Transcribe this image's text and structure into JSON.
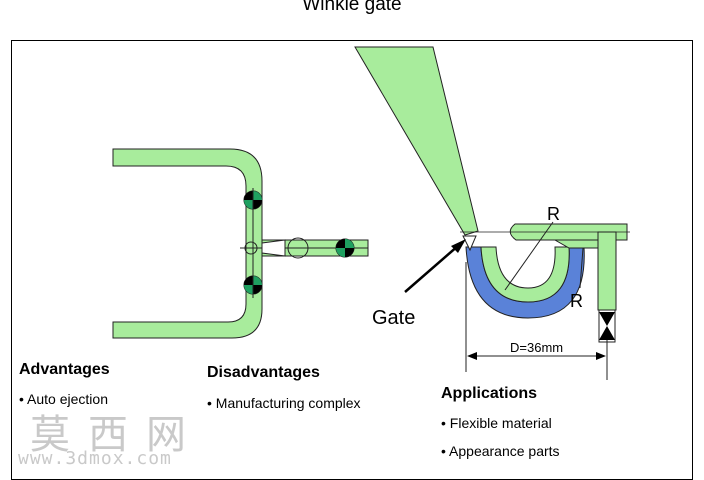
{
  "title": "Winkle gate",
  "labels": {
    "gate": "Gate",
    "r_top": "R",
    "r_side": "R",
    "dimension": "D=36mm"
  },
  "advantages": {
    "heading": "Advantages",
    "items": [
      "Auto ejection"
    ]
  },
  "disadvantages": {
    "heading": "Disadvantages",
    "items": [
      "Manufacturing complex"
    ]
  },
  "applications": {
    "heading": "Applications",
    "items": [
      "Flexible material",
      "Appearance parts"
    ]
  },
  "watermark": {
    "chinese": "莫西网",
    "url": "www.3dmox.com"
  },
  "colors": {
    "runner_green": "#a8ec9c",
    "part_blue": "#5a82d8",
    "ejector_green": "#1fa060",
    "outline": "#222222"
  }
}
